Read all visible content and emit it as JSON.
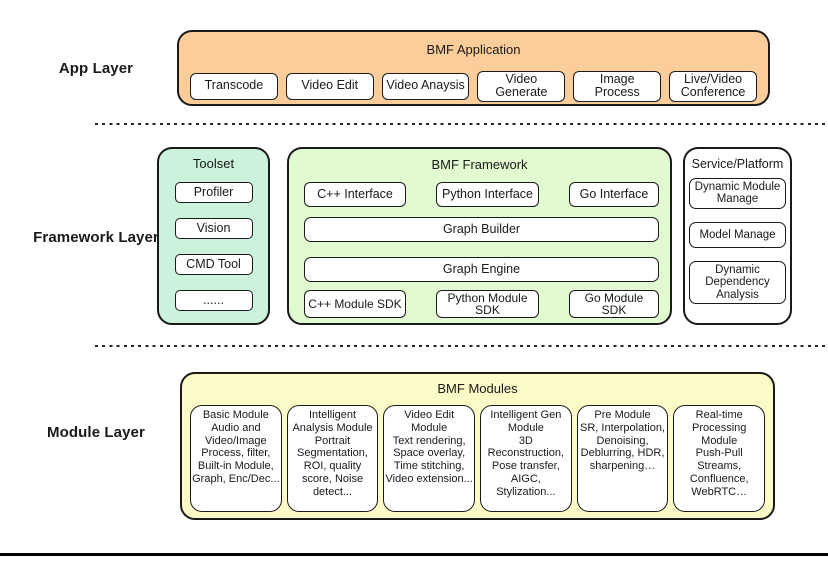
{
  "colors": {
    "app_fill": "#FACD9B",
    "toolset_fill": "#CBF3DC",
    "framework_fill": "#E2FACF",
    "service_fill": "#FFFFFF",
    "module_fill": "#FCFAC6",
    "border": "#1A1A1A",
    "text": "#1A1A1A"
  },
  "app_layer": {
    "label": "App Layer",
    "title": "BMF Application",
    "items": [
      "Transcode",
      "Video Edit",
      "Video Anaysis",
      "Video Generate",
      "Image Process",
      "Live/Video Conference"
    ]
  },
  "framework_layer": {
    "label": "Framework Layer",
    "toolset": {
      "title": "Toolset",
      "items": [
        "Profiler",
        "Vision",
        "CMD Tool",
        "......"
      ]
    },
    "framework": {
      "title": "BMF Framework",
      "interfaces": [
        "C++ Interface",
        "Python Interface",
        "Go Interface"
      ],
      "graph_builder": "Graph Builder",
      "graph_engine": "Graph Engine",
      "sdks": [
        "C++ Module SDK",
        "Python Module SDK",
        "Go Module SDK"
      ]
    },
    "service": {
      "title": "Service/Platform",
      "items": [
        "Dynamic Module Manage",
        "Model Manage",
        "Dynamic Dependency Analysis"
      ]
    }
  },
  "module_layer": {
    "label": "Module Layer",
    "title": "BMF Modules",
    "modules": [
      {
        "name": "Basic Module",
        "desc": "Audio and Video/Image Process, filter, Built-in Module, Graph, Enc/Dec..."
      },
      {
        "name": "Intelligent Analysis Module",
        "desc": "Portrait Segmentation, ROI, quality score, Noise detect..."
      },
      {
        "name": "Video Edit Module",
        "desc": "Text rendering, Space overlay, Time stitching, Video extension..."
      },
      {
        "name": "Intelligent Gen Module",
        "desc": "3D Reconstruction, Pose transfer, AIGC, Stylization..."
      },
      {
        "name": "Pre Module",
        "desc": "SR, Interpolation, Denoising, Deblurring, HDR, sharpening…"
      },
      {
        "name": "Real-time Processing Module",
        "desc": "Push-Pull Streams, Confluence, WebRTC…"
      }
    ]
  }
}
